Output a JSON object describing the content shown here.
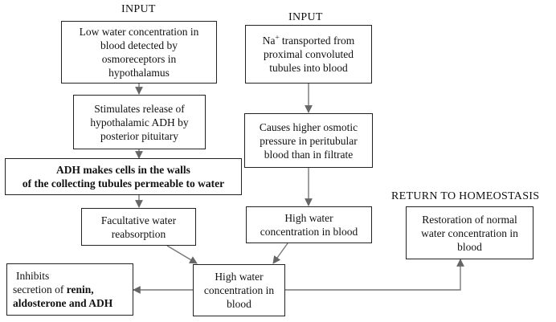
{
  "labels": {
    "input_left": "INPUT",
    "input_right": "INPUT",
    "return": "RETURN TO HOMEOSTASIS"
  },
  "nodes": {
    "low_water": [
      "Low water concentration in",
      "blood detected by",
      "osmoreceptors in",
      "hypothalamus"
    ],
    "stimulates": [
      "Stimulates release of",
      "hypothalamic ADH by",
      "posterior pituitary"
    ],
    "adh_cells": [
      "ADH makes cells in the walls",
      "of the collecting tubules permeable to water"
    ],
    "facultative": [
      "Facultative water",
      "reabsorption"
    ],
    "na_transport": {
      "na": "Na",
      "plus": "+",
      "rest": " transported from",
      "line2": "proximal convoluted",
      "line3": "tubules into blood"
    },
    "osmotic": [
      "Causes higher osmotic",
      "pressure in peritubular",
      "blood than in filtrate"
    ],
    "high_water_right": [
      "High water",
      "concentration in blood"
    ],
    "high_water_center": [
      "High water",
      "concentration in",
      "blood"
    ],
    "inhibits": {
      "line1": "Inhibits",
      "line2_normal": "secretion of ",
      "line2_bold": "renin,",
      "line3": "aldosterone and ADH"
    },
    "restoration": [
      "Restoration of normal",
      "water concentration in",
      "blood"
    ]
  }
}
